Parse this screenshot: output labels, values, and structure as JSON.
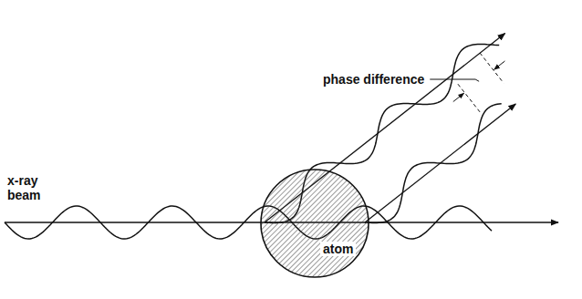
{
  "diagram": {
    "nodes": [
      {
        "text": [
          "atom"
        ]
      }
    ],
    "labels": [
      "phase difference",
      "x-ray beam"
    ]
  }
}
